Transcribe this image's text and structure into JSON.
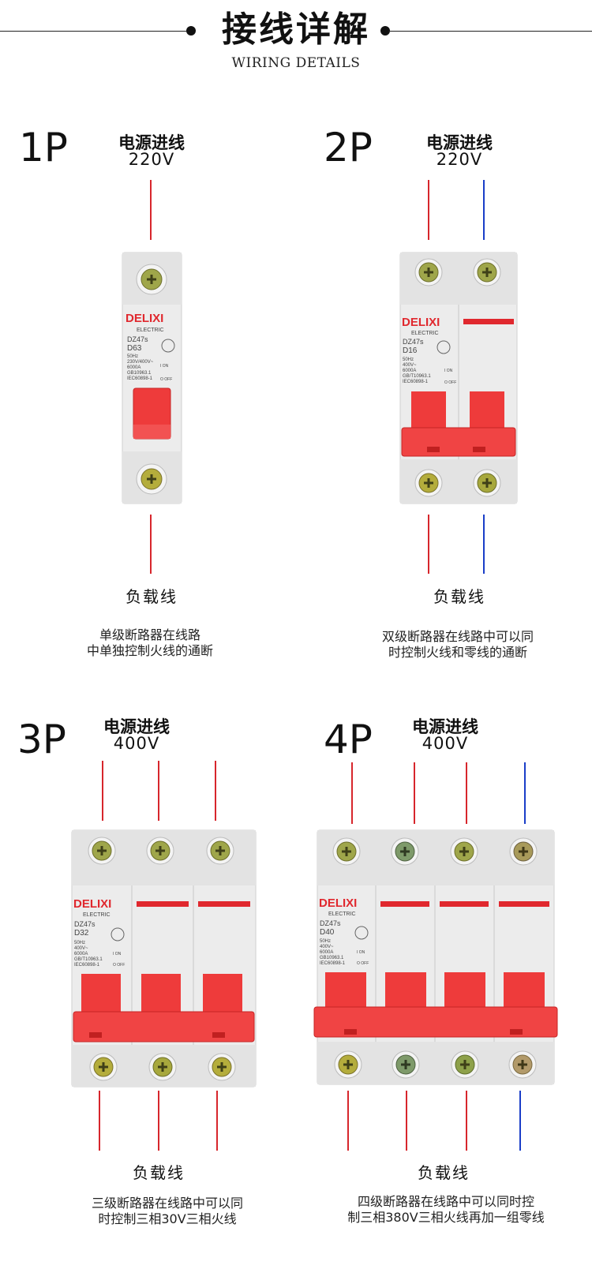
{
  "header": {
    "title": "接线详解",
    "subtitle": "WIRING DETAILS"
  },
  "panels": [
    {
      "pole": "1P",
      "source_title": "电源进线",
      "source_voltage": "220V",
      "load_label": "负载线",
      "desc_lines": [
        "单级断路器在线路",
        "中单独控制火线的通断"
      ],
      "wires": [
        "red"
      ],
      "breaker": {
        "brand": "DELIXI",
        "sub": "ELECTRIC",
        "model": "DZ47s",
        "rating": "D63",
        "specs": [
          "50Hz",
          "230V/400V~",
          "6000A",
          "GB10963.1",
          "IEC60898-1"
        ],
        "on": "I ON",
        "off": "O OFF"
      }
    },
    {
      "pole": "2P",
      "source_title": "电源进线",
      "source_voltage": "220V",
      "load_label": "负载线",
      "desc_lines": [
        "双级断路器在线路中可以同",
        "时控制火线和零线的通断"
      ],
      "wires": [
        "red",
        "blue"
      ],
      "breaker": {
        "brand": "DELIXI",
        "sub": "ELECTRIC",
        "model": "DZ47s",
        "rating": "D16",
        "specs": [
          "50Hz",
          "400V~",
          "6000A",
          "GB/T10963.1",
          "IEC60898-1"
        ],
        "on": "I ON",
        "off": "O OFF"
      }
    },
    {
      "pole": "3P",
      "source_title": "电源进线",
      "source_voltage": "400V",
      "load_label": "负载线",
      "desc_lines": [
        "三级断路器在线路中可以同",
        "时控制三相30V三相火线"
      ],
      "wires": [
        "red",
        "red",
        "red"
      ],
      "breaker": {
        "brand": "DELIXI",
        "sub": "ELECTRIC",
        "model": "DZ47s",
        "rating": "D32",
        "specs": [
          "50Hz",
          "400V~",
          "6000A",
          "GB/T10963.1",
          "IEC60898-1"
        ],
        "on": "I ON",
        "off": "O OFF"
      }
    },
    {
      "pole": "4P",
      "source_title": "电源进线",
      "source_voltage": "400V",
      "load_label": "负载线",
      "desc_lines": [
        "四级断路器在线路中可以同时控",
        "制三相380V三相火线再加一组零线"
      ],
      "wires": [
        "red",
        "red",
        "red",
        "blue"
      ],
      "breaker": {
        "brand": "DELIXI",
        "sub": "ELECTRIC",
        "model": "DZ47s",
        "rating": "D40",
        "specs": [
          "50Hz",
          "400V~",
          "6000A",
          "GB10963.1",
          "IEC60898-1"
        ],
        "on": "I ON",
        "off": "O OFF"
      }
    }
  ],
  "colors": {
    "live_wire": "#d7262c",
    "neutral_wire": "#1a3ec8",
    "brand_red": "#e0282e",
    "handle_red": "#ee3b3b",
    "body_grey": "#e9e9e9"
  }
}
